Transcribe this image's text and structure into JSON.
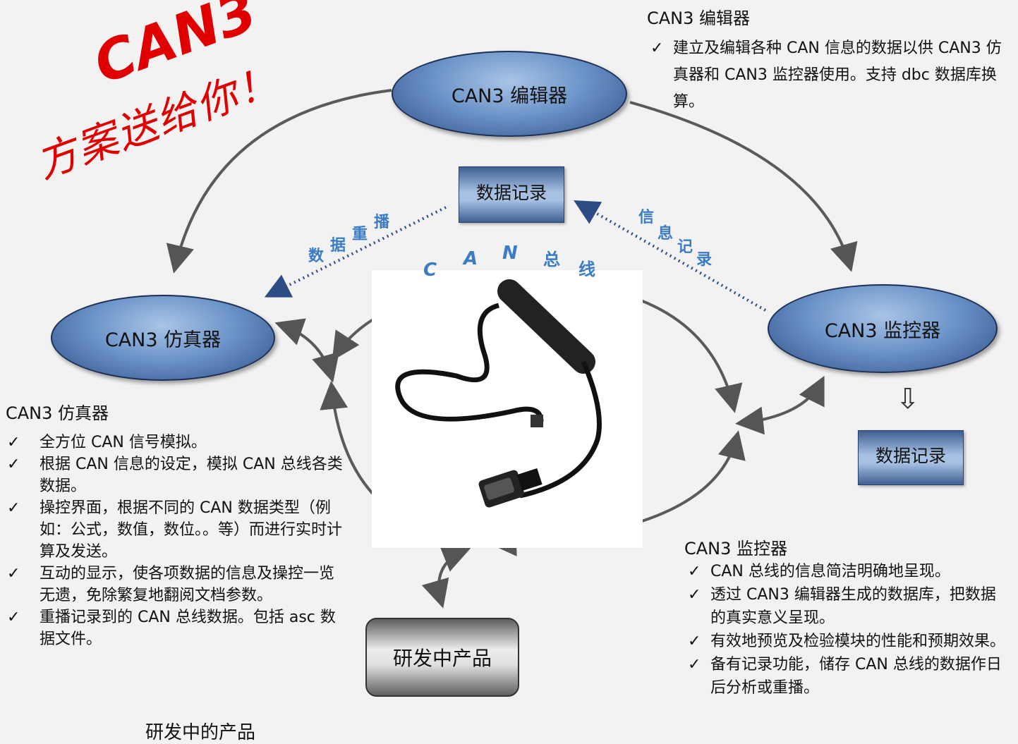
{
  "promo": {
    "line1": "CAN3",
    "line2": "方案送给你！"
  },
  "nodes": {
    "editor": "CAN3 编辑器",
    "simulator": "CAN3 仿真器",
    "monitor": "CAN3 监控器",
    "record_top": "数据记录",
    "record_right": "数据记录",
    "product": "研发中产品"
  },
  "labels": {
    "replay": [
      "数",
      "据",
      "重",
      "播"
    ],
    "info_record": [
      "信",
      "息",
      "记",
      "录"
    ],
    "can_bus": [
      "C",
      "A",
      "N",
      "总",
      "线"
    ]
  },
  "editor_section": {
    "title": "CAN3 编辑器",
    "bullets": [
      "建立及编辑各种 CAN 信息的数据以供 CAN3 仿真器和 CAN3 监控器使用。支持 dbc 数据库换算。"
    ]
  },
  "simulator_section": {
    "title": "CAN3 仿真器",
    "bullets": [
      "全方位 CAN 信号模拟。",
      "根据 CAN 信息的设定，模拟 CAN 总线各类数据。",
      "操控界面，根据不同的 CAN 数据类型（例如：公式，数值，数位。。等）而进行实时计算及发送。",
      "互动的显示，使各项数据的信息及操控一览无遗，免除繁复地翻阅文档参数。",
      "重播记录到的 CAN 总线数据。包括 asc 数据文件。"
    ]
  },
  "monitor_section": {
    "title": "CAN3 监控器",
    "bullets": [
      "CAN 总线的信息简洁明确地呈现。",
      "透过 CAN3 编辑器生成的数据库，把数据的真实意义呈现。",
      "有效地预览及检验模块的性能和预期效果。",
      "备有记录功能，储存 CAN 总线的数据作日后分析或重播。"
    ]
  },
  "bottom_title": "研发中的产品",
  "colors": {
    "accent_blue": "#3b7cc4",
    "promo_red": "#e00000",
    "node_dark": "#2e4f86"
  }
}
